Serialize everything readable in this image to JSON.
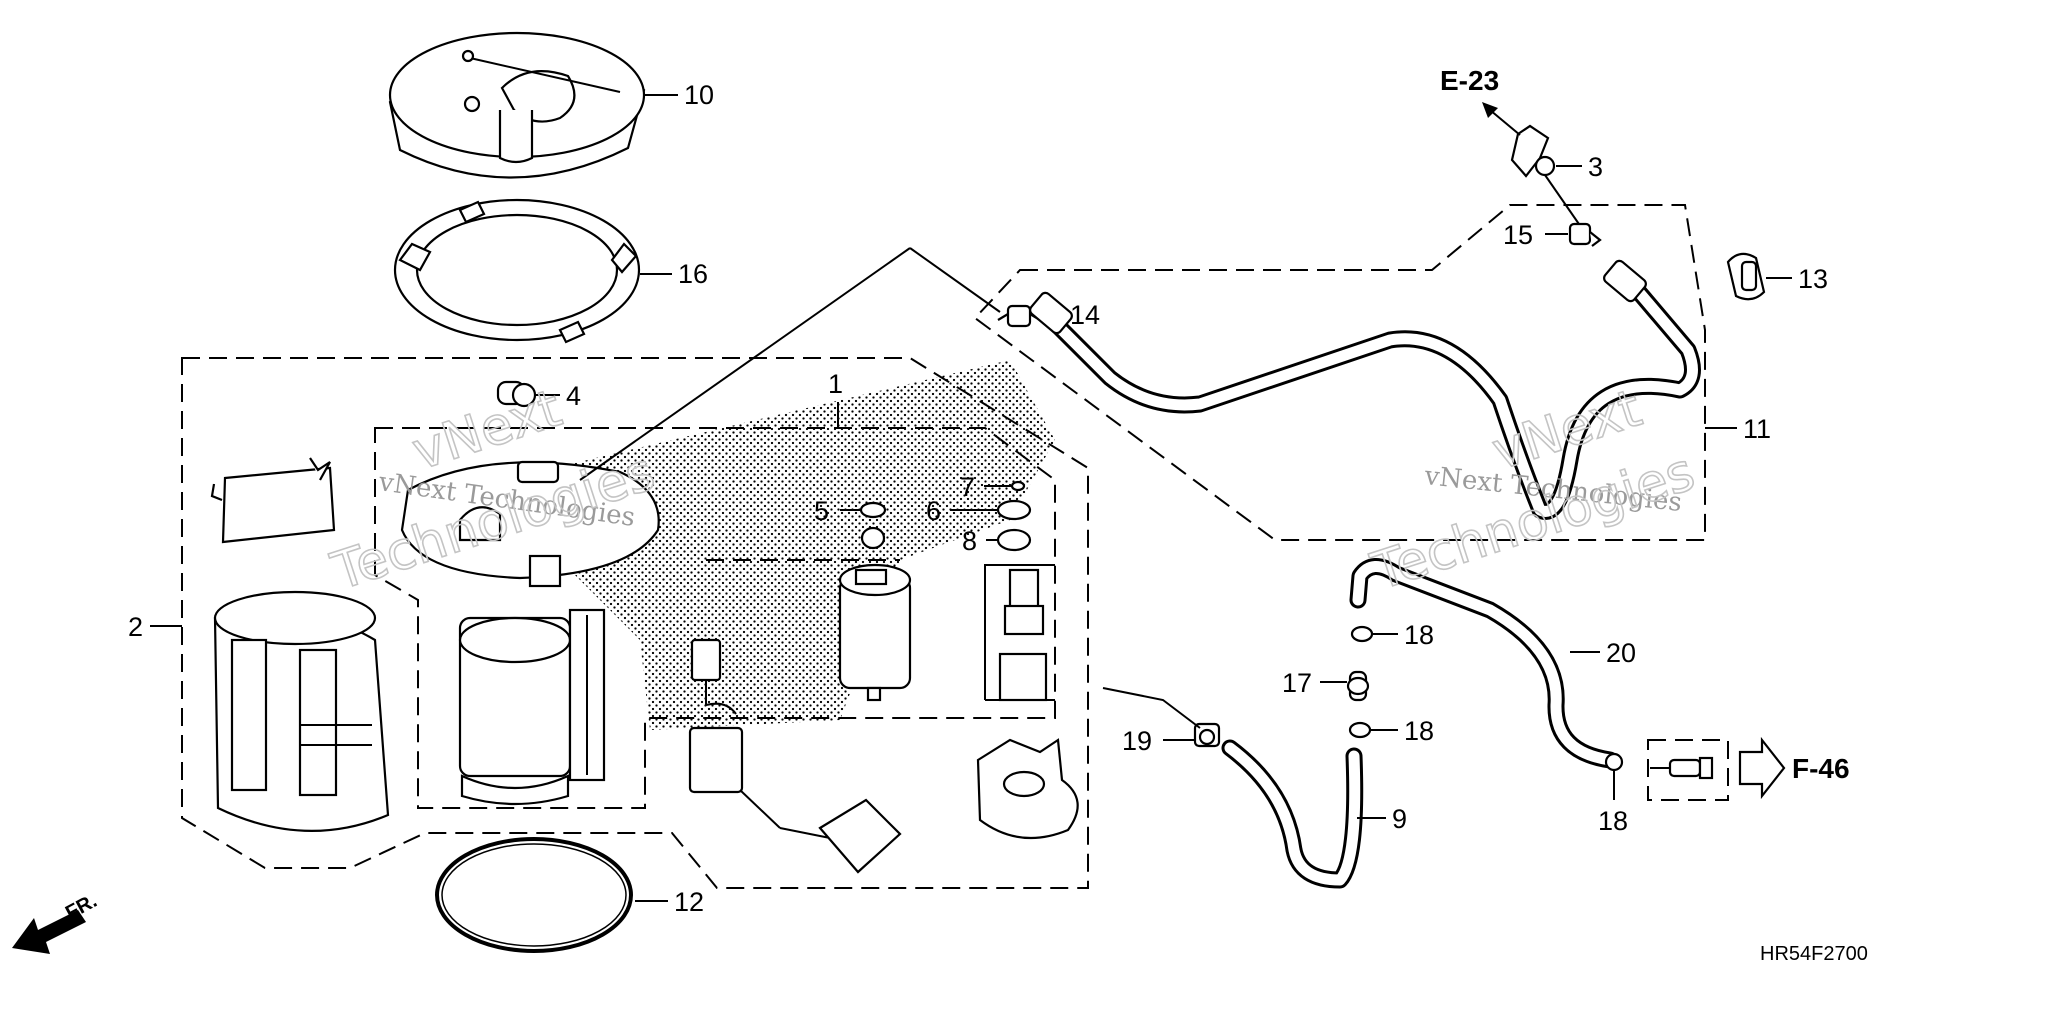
{
  "diagram": {
    "callouts": {
      "p1": "1",
      "p2": "2",
      "p3": "3",
      "p4": "4",
      "p5": "5",
      "p6": "6",
      "p7": "7",
      "p8": "8",
      "p9": "9",
      "p10": "10",
      "p11": "11",
      "p12": "12",
      "p13": "13",
      "p14": "14",
      "p15": "15",
      "p16": "16",
      "p17": "17",
      "p18a": "18",
      "p18b": "18",
      "p18c": "18",
      "p19": "19",
      "p20": "20"
    },
    "references": {
      "upper": "E-23",
      "right": "F-46"
    },
    "front_marker": "FR.",
    "drawing_code": "HR54F2700",
    "watermark": {
      "line1": "vNext Technologies",
      "line2a": "vNext",
      "line2b": "Technologies"
    }
  }
}
